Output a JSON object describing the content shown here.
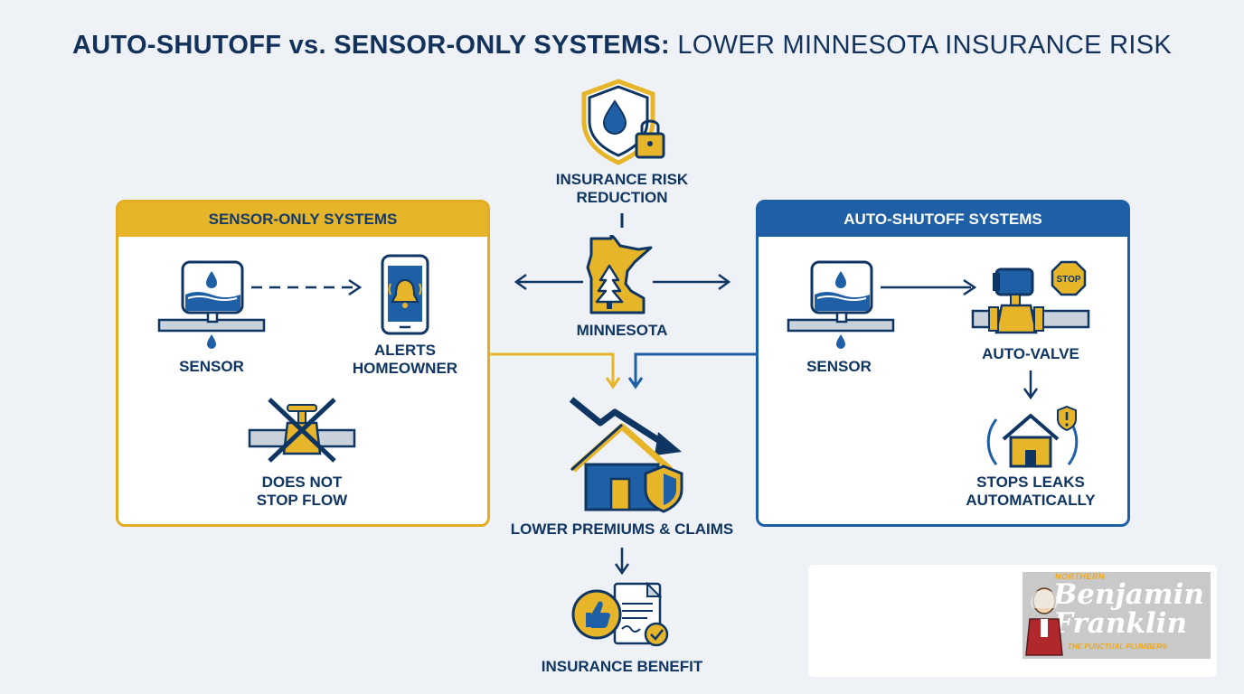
{
  "title": {
    "bold": "AUTO-SHUTOFF vs. SENSOR-ONLY SYSTEMS:",
    "regular": "LOWER MINNESOTA INSURANCE RISK"
  },
  "center": {
    "top_label": "INSURANCE RISK\nREDUCTION",
    "state_label": "MINNESOTA",
    "result_label": "LOWER PREMIUMS & CLAIMS",
    "benefit_label": "INSURANCE BENEFIT"
  },
  "left_panel": {
    "header": "SENSOR-ONLY SYSTEMS",
    "sensor_label": "SENSOR",
    "alert_label": "ALERTS\nHOMEOWNER",
    "noflow_label": "DOES NOT\nSTOP FLOW"
  },
  "right_panel": {
    "header": "AUTO-SHUTOFF SYSTEMS",
    "sensor_label": "SENSOR",
    "valve_label": "AUTO-VALVE",
    "stop_sign": "STOP",
    "stops_label": "STOPS LEAKS\nAUTOMATICALLY"
  },
  "logo": {
    "small": "NORTHERN",
    "line1": "Benjamin",
    "line2": "Franklin",
    "tagline": "THE PUNCTUAL PLUMBER®"
  },
  "colors": {
    "navy": "#12325c",
    "blue": "#1f5fa5",
    "gold": "#e7b52a",
    "background": "#eef1f5"
  }
}
